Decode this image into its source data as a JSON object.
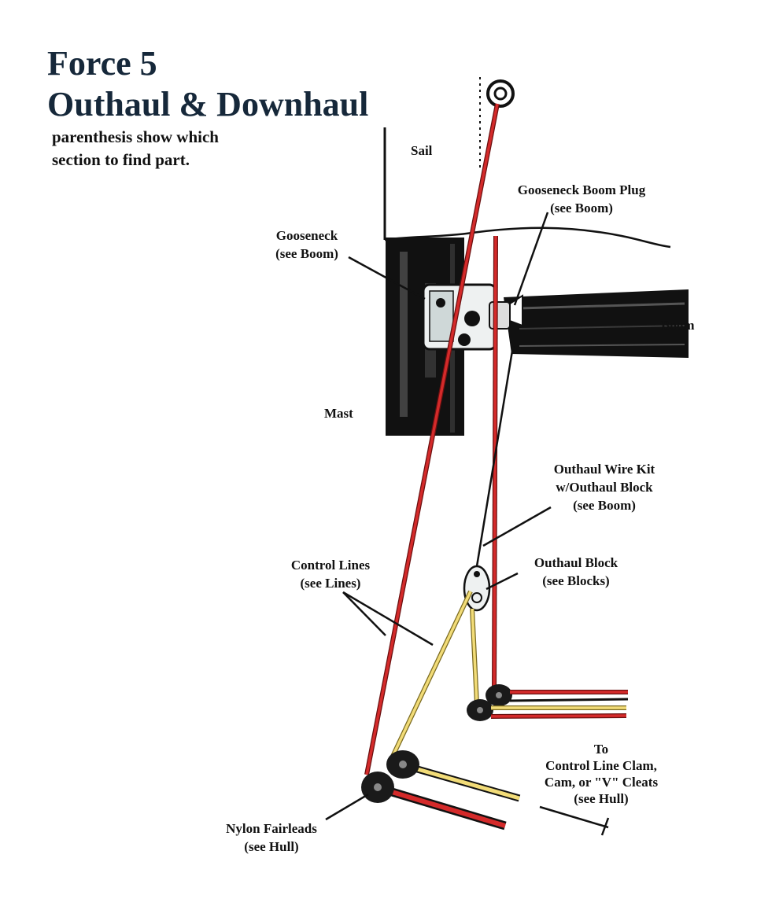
{
  "title": {
    "line1": "Force 5",
    "line2": "Outhaul & Downhaul"
  },
  "note": {
    "line1": "parenthesis show which",
    "line2": "section to find part."
  },
  "labels": {
    "sail": "Sail",
    "boom": "Boom",
    "mast": "Mast",
    "gooseneck": {
      "line1": "Gooseneck",
      "line2": "(see Boom)"
    },
    "gooseneck_boom_plug": {
      "line1": "Gooseneck Boom Plug",
      "line2": "(see Boom)"
    },
    "outhaul_wire_kit": {
      "line1": "Outhaul Wire Kit",
      "line2": "w/Outhaul Block",
      "line3": "(see Boom)"
    },
    "outhaul_block": {
      "line1": "Outhaul Block",
      "line2": "(see Blocks)"
    },
    "control_lines": {
      "line1": "Control Lines",
      "line2": "(see Lines)"
    },
    "nylon_fairleads": {
      "line1": "Nylon Fairleads",
      "line2": "(see Hull)"
    },
    "to_cleats": {
      "line1": "To",
      "line2": "Control Line Clam,",
      "line3": "Cam, or \"V\" Cleats",
      "line4": "(see Hull)"
    }
  },
  "colors": {
    "downhaul_line": "#d42a2a",
    "outhaul_line": "#f2dc78",
    "mast_body": "#111111",
    "title_text": "#16283a"
  }
}
